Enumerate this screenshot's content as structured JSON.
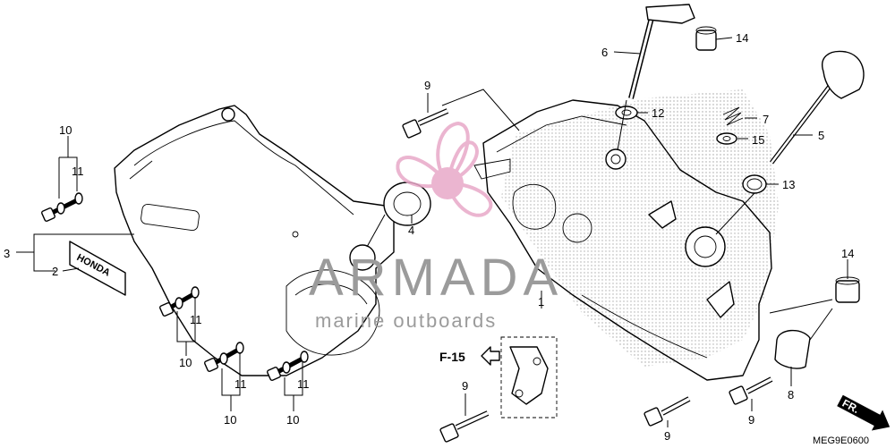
{
  "diagram_code": "MEG9E0600",
  "ref_label": "F-15",
  "direction_label": "FR.",
  "watermark": {
    "brand": "ARMADA",
    "tagline": "marine outboards",
    "accent_color": "#e8a9c8",
    "text_color": "#9b9b9b"
  },
  "emblem_text": "HONDA",
  "part_numbers": {
    "p1": "1",
    "p2": "2",
    "p3": "3",
    "p4": "4",
    "p5": "5",
    "p6": "6",
    "p7": "7",
    "p8": "8",
    "p9a": "9",
    "p9b": "9",
    "p9c": "9",
    "p9d": "9",
    "p10a": "10",
    "p10b": "10",
    "p10c": "10",
    "p10d": "10",
    "p11a": "11",
    "p11b": "11",
    "p11c": "11",
    "p11d": "11",
    "p12": "12",
    "p13": "13",
    "p14a": "14",
    "p14b": "14",
    "p15": "15"
  }
}
